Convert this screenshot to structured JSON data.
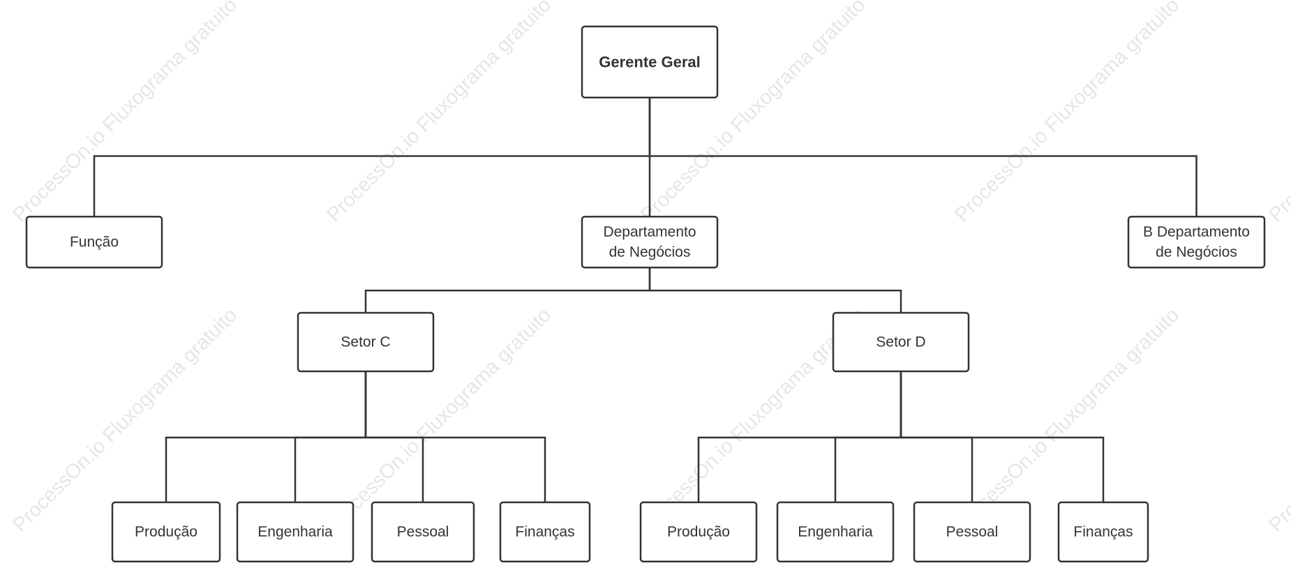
{
  "colors": {
    "line": "#333333",
    "box_fill": "#ffffff",
    "watermark": "#e6e6e6"
  },
  "watermark_text": "ProcessOn.io Fluxograma gratuito",
  "nodes": [
    {
      "id": "gerente-geral",
      "lines": [
        "Gerente Geral"
      ],
      "bold": true
    },
    {
      "id": "funcao",
      "lines": [
        "Função"
      ]
    },
    {
      "id": "departamento-negocios",
      "lines": [
        "Departamento",
        "de Negócios"
      ]
    },
    {
      "id": "b-departamento-negocios",
      "lines": [
        "B Departamento",
        "de Negócios"
      ]
    },
    {
      "id": "setor-c",
      "lines": [
        "Setor C"
      ]
    },
    {
      "id": "setor-d",
      "lines": [
        "Setor D"
      ]
    },
    {
      "id": "c-producao",
      "lines": [
        "Produção"
      ]
    },
    {
      "id": "c-engenharia",
      "lines": [
        "Engenharia"
      ]
    },
    {
      "id": "c-pessoal",
      "lines": [
        "Pessoal"
      ]
    },
    {
      "id": "c-financas",
      "lines": [
        "Finanças"
      ]
    },
    {
      "id": "d-producao",
      "lines": [
        "Produção"
      ]
    },
    {
      "id": "d-engenharia",
      "lines": [
        "Engenharia"
      ]
    },
    {
      "id": "d-pessoal",
      "lines": [
        "Pessoal"
      ]
    },
    {
      "id": "d-financas",
      "lines": [
        "Finanças"
      ]
    }
  ],
  "edges": [
    {
      "from": "gerente-geral",
      "to": "funcao"
    },
    {
      "from": "gerente-geral",
      "to": "departamento-negocios"
    },
    {
      "from": "gerente-geral",
      "to": "b-departamento-negocios"
    },
    {
      "from": "departamento-negocios",
      "to": "setor-c"
    },
    {
      "from": "departamento-negocios",
      "to": "setor-d"
    },
    {
      "from": "setor-c",
      "to": "c-producao"
    },
    {
      "from": "setor-c",
      "to": "c-engenharia"
    },
    {
      "from": "setor-c",
      "to": "c-pessoal"
    },
    {
      "from": "setor-c",
      "to": "c-financas"
    },
    {
      "from": "setor-d",
      "to": "d-producao"
    },
    {
      "from": "setor-d",
      "to": "d-engenharia"
    },
    {
      "from": "setor-d",
      "to": "d-pessoal"
    },
    {
      "from": "setor-d",
      "to": "d-financas"
    }
  ]
}
